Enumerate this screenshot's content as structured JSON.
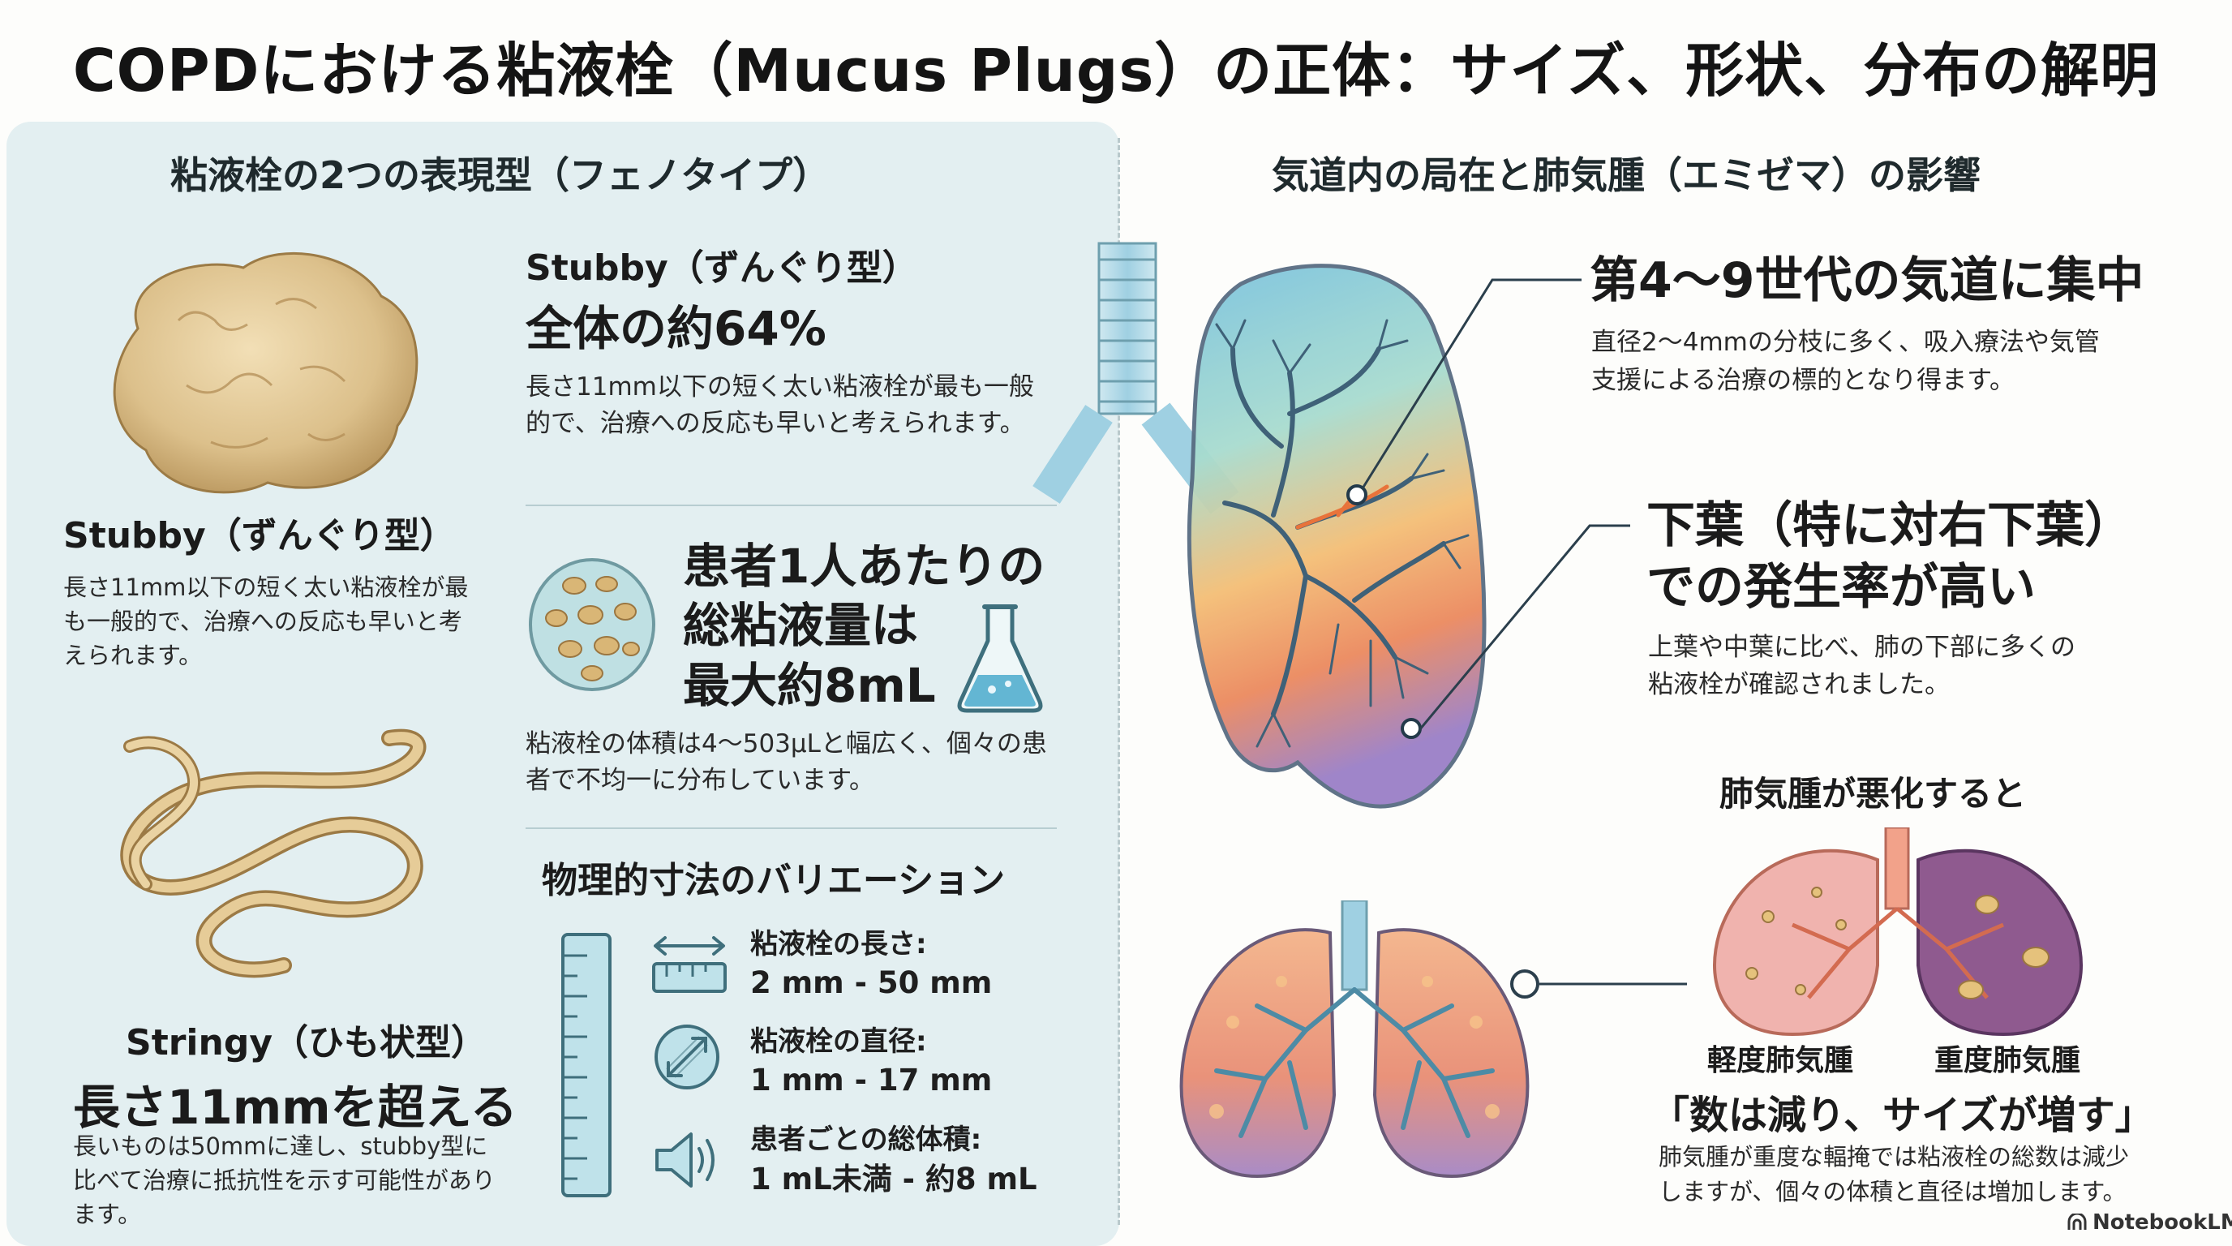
{
  "title": "COPDにおける粘液栓（Mucus Plugs）の正体：サイズ、形状、分布の解明",
  "left": {
    "heading": "粘液栓の2つの表現型（フェノタイプ）",
    "stubby_caption": {
      "title": "Stubby（ずんぐり型）",
      "text": "長さ11mm以下の短く太い粘液栓が最も一般的で、治療への反応も早いと考えられます。"
    },
    "stubby_block": {
      "title": "Stubby（ずんぐり型）",
      "stat": "全体の約64%",
      "text": "長さ11mm以下の短く太い粘液栓が最も一般的で、治療への反応も早いと考えられます。"
    },
    "volume": {
      "headline_1": "患者1人あたりの",
      "headline_2": "総粘液量は",
      "headline_3": "最大約8mL",
      "text": "粘液栓の体積は4～503μLと幅広く、個々の患者で不均一に分布しています。"
    },
    "stringy": {
      "title": "Stringy（ひも状型）",
      "stat": "長さ11mmを超える",
      "text": "長いものは50mmに達し、stubby型に比べて治療に抵抗性を示す可能性があります。"
    },
    "dimensions": {
      "heading": "物理的寸法のバリエーション",
      "items": [
        {
          "label": "粘液栓の長さ:",
          "value": "2 mm - 50 mm",
          "icon": "length-ruler-icon"
        },
        {
          "label": "粘液栓の直径:",
          "value": "1 mm - 17 mm",
          "icon": "diameter-icon"
        },
        {
          "label": "患者ごとの総体積:",
          "value": "1 mL未満 - 約8 mL",
          "icon": "volume-icon"
        }
      ]
    }
  },
  "right": {
    "heading": "気道内の局在と肺気腫（エミゼマ）の影響",
    "generation": {
      "title": "第4～9世代の気道に集中",
      "text_1": "直径2～4mmの分枝に多く、吸入療法や気管",
      "text_2": "支援による治療の標的となり得ます。"
    },
    "lower_lobe": {
      "title_1": "下葉（特に対右下葉）",
      "title_2": "での発生率が高い",
      "text_1": "上葉や中葉に比べ、肺の下部に多くの",
      "text_2": "粘液栓が確認されました。"
    },
    "emphysema": {
      "heading": "肺気腫が悪化すると",
      "mild_label": "軽度肺気腫",
      "severe_label": "重度肺気腫",
      "quote": "「数は減り、サイズが増す」",
      "text_1": "肺気腫が重度な輻掩では粘液栓の総数は減少",
      "text_2": "しますが、個々の体積と直径は増加します。"
    }
  },
  "footer": {
    "logo": "NotebookLM"
  },
  "colors": {
    "panel": "#e3eff1",
    "accent_blue": "#4fa3c7",
    "tissue": "#e8cf9c"
  }
}
